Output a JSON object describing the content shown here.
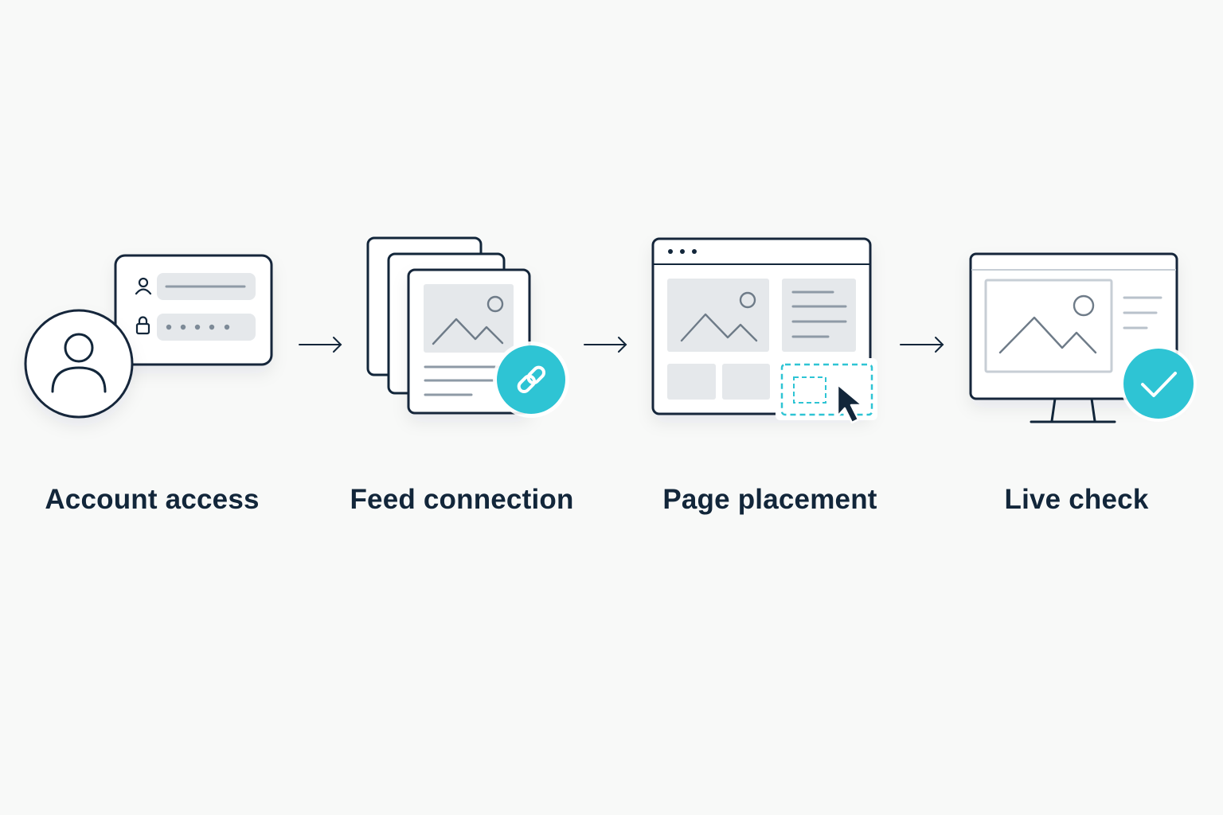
{
  "steps": [
    {
      "label": "Account access",
      "icon": "login-card-icon"
    },
    {
      "label": "Feed connection",
      "icon": "feed-link-icon"
    },
    {
      "label": "Page placement",
      "icon": "page-layout-icon"
    },
    {
      "label": "Live check",
      "icon": "monitor-check-icon"
    }
  ],
  "colors": {
    "background": "#f8f9f8",
    "stroke": "#12263a",
    "accent": "#2ec4d4",
    "placeholder_fill": "#e5e8eb",
    "placeholder_line": "#8e9aa6"
  }
}
